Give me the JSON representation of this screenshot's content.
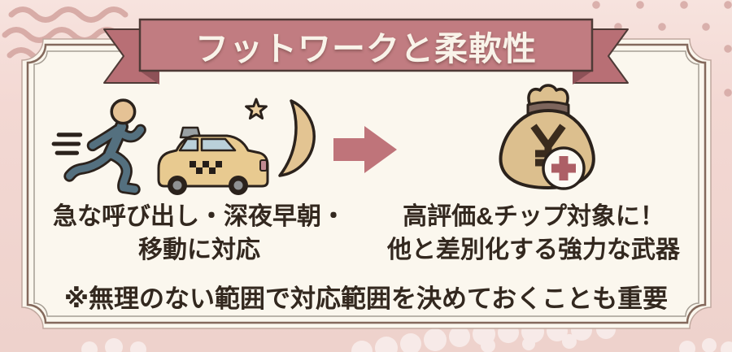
{
  "banner": {
    "title": "フットワークと柔軟性"
  },
  "sections": {
    "left": {
      "line1": "急な呼び出し・深夜早朝・",
      "line2": "移動に対応"
    },
    "right": {
      "line1": "高評価&チップ対象に！",
      "line2": "他と差別化する強力な武器"
    }
  },
  "footnote": {
    "text": "※無理のない範囲で対応範囲を決めておくことも重要"
  },
  "icons": {
    "left_group": [
      "running-person-icon",
      "taxi-icon",
      "crescent-moon-and-star-icon"
    ],
    "connector": "arrow-right-icon",
    "right_group": [
      "money-bag-yen-icon",
      "plus-badge-icon"
    ]
  },
  "colors": {
    "background_pink": "#f3d8d3",
    "ornament_pink": "#d5a8a4",
    "card_cream": "#fbf7ee",
    "frame_brown": "#84695c",
    "frame_thin_gray": "#a59d93",
    "ribbon_band": "#c17c81",
    "ribbon_tail": "#b86f75",
    "ribbon_fold": "#8d5157",
    "ribbon_outline": "#4e3a36",
    "text_dark": "#33281f",
    "runner_blue": "#54707f",
    "skin_tan": "#e5c295",
    "taxi_body": "#e8ca90",
    "taxi_window": "#bad0d9",
    "moon_tan": "#e3c492",
    "arrow_rose": "#bf747a",
    "bag_tan": "#dcbf8e",
    "plus_red": "#ad5f66",
    "outline_dark": "#2b221c"
  }
}
